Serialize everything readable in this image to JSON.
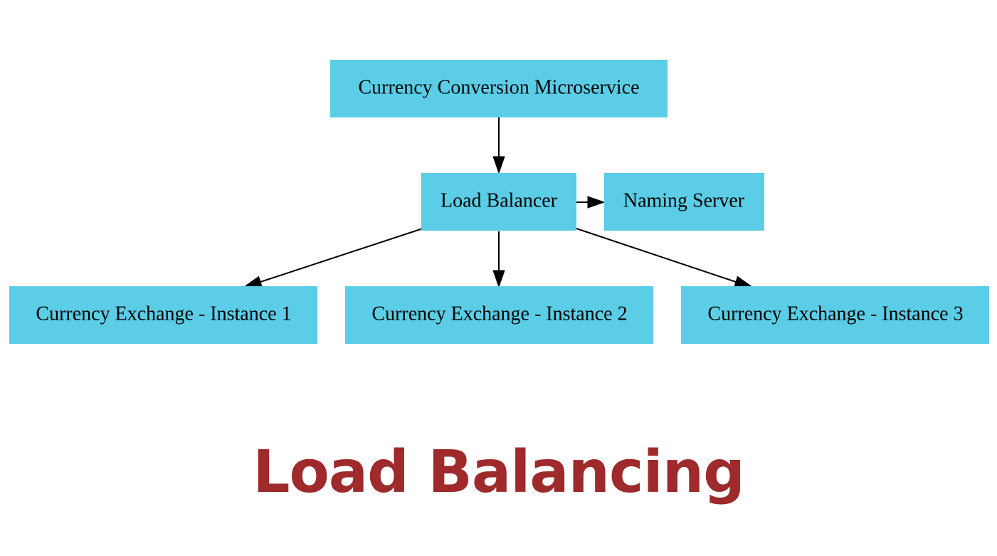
{
  "colors": {
    "node_fill": "#5bcde6",
    "edge": "#000000",
    "title": "#9e2a2b"
  },
  "diagram": {
    "nodes": {
      "conversion": {
        "label": "Currency Conversion Microservice"
      },
      "load_balancer": {
        "label": "Load Balancer"
      },
      "naming_server": {
        "label": "Naming Server"
      },
      "exchange_1": {
        "label": "Currency Exchange - Instance 1"
      },
      "exchange_2": {
        "label": "Currency Exchange - Instance 2"
      },
      "exchange_3": {
        "label": "Currency Exchange - Instance 3"
      }
    },
    "edges": [
      {
        "from": "conversion",
        "to": "load_balancer"
      },
      {
        "from": "load_balancer",
        "to": "naming_server"
      },
      {
        "from": "load_balancer",
        "to": "exchange_1"
      },
      {
        "from": "load_balancer",
        "to": "exchange_2"
      },
      {
        "from": "load_balancer",
        "to": "exchange_3"
      }
    ]
  },
  "title": "Load Balancing"
}
